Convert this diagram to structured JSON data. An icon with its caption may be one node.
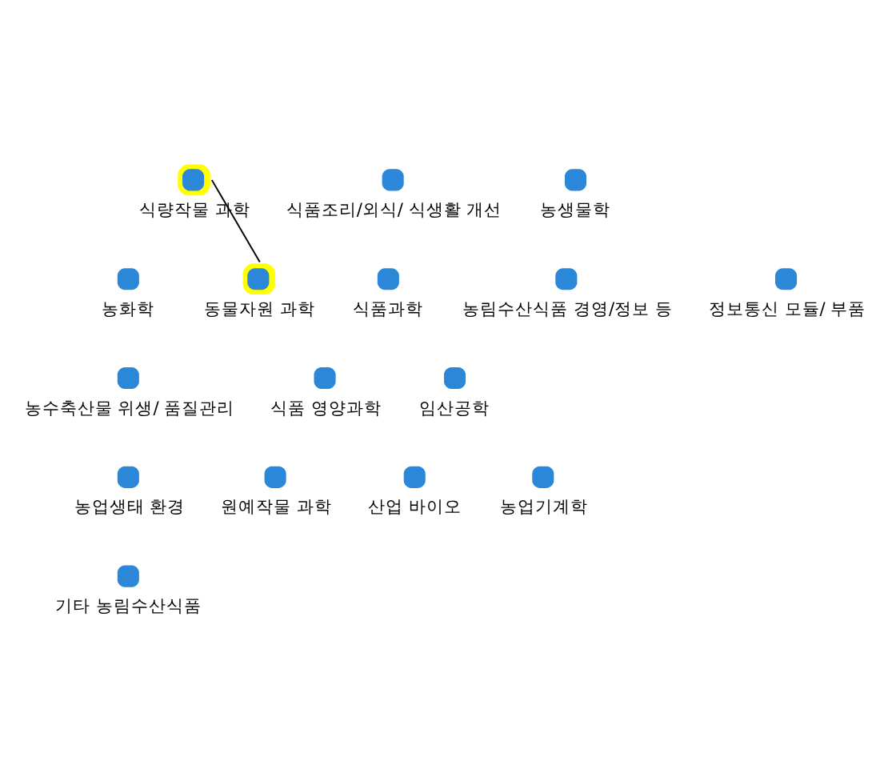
{
  "diagram": {
    "nodes": [
      {
        "text": [],
        "shape": "circle",
        "beside": [
          "식품조리/외식/ 식생활 개선"
        ]
      },
      {
        "text": [],
        "shape": "circle",
        "beside": [
          "식량작물 과학"
        ]
      },
      {
        "text": [],
        "shape": "circle",
        "beside": [
          "농생물학"
        ]
      },
      {
        "text": [],
        "shape": "circle",
        "beside": [
          "동물자원 과학"
        ]
      },
      {
        "text": [],
        "shape": "circle",
        "beside": [
          "농림수산식품 경영/정보 등"
        ]
      },
      {
        "text": [],
        "shape": "circle",
        "beside": [
          "농화학"
        ]
      },
      {
        "text": [],
        "shape": "circle",
        "beside": [
          "정보통신 모듈/ 부품"
        ]
      },
      {
        "text": [],
        "shape": "circle",
        "beside": [
          "식품과학"
        ]
      },
      {
        "text": [],
        "shape": "circle",
        "beside": [
          "식품 영양과학"
        ]
      },
      {
        "text": [],
        "shape": "circle",
        "beside": [
          "농수축산물 위생/ 품질관리"
        ]
      },
      {
        "text": [],
        "shape": "circle",
        "beside": [
          "임산공학"
        ]
      },
      {
        "text": [],
        "shape": "circle",
        "beside": [
          "원예작물 과학"
        ]
      },
      {
        "text": [],
        "shape": "circle",
        "beside": [
          "농업기계학"
        ]
      },
      {
        "text": [],
        "shape": "circle",
        "beside": [
          "산업 바이오"
        ]
      },
      {
        "text": [],
        "shape": "circle",
        "beside": [
          "농업생태 환경"
        ]
      },
      {
        "text": [],
        "shape": "circle",
        "beside": [
          "기타 농림수산식품"
        ]
      }
    ],
    "edges": [
      {
        "from": 1,
        "to": 3,
        "arrow": "none"
      }
    ]
  }
}
